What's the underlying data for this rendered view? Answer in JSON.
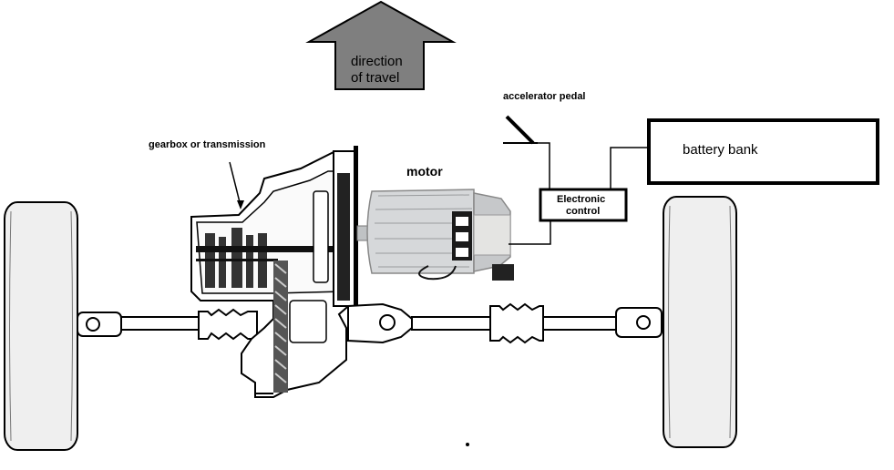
{
  "labels": {
    "direction_line1": "direction",
    "direction_line2": "of travel",
    "accelerator": "accelerator pedal",
    "gearbox": "gearbox or transmission",
    "motor": "motor",
    "battery": "battery bank",
    "control_line1": "Electronic",
    "control_line2": "control"
  },
  "colors": {
    "arrow_fill": "#7f7f7f",
    "line": "#000000",
    "motor_body": "#d8dadb",
    "tire": "#eeeeee"
  }
}
